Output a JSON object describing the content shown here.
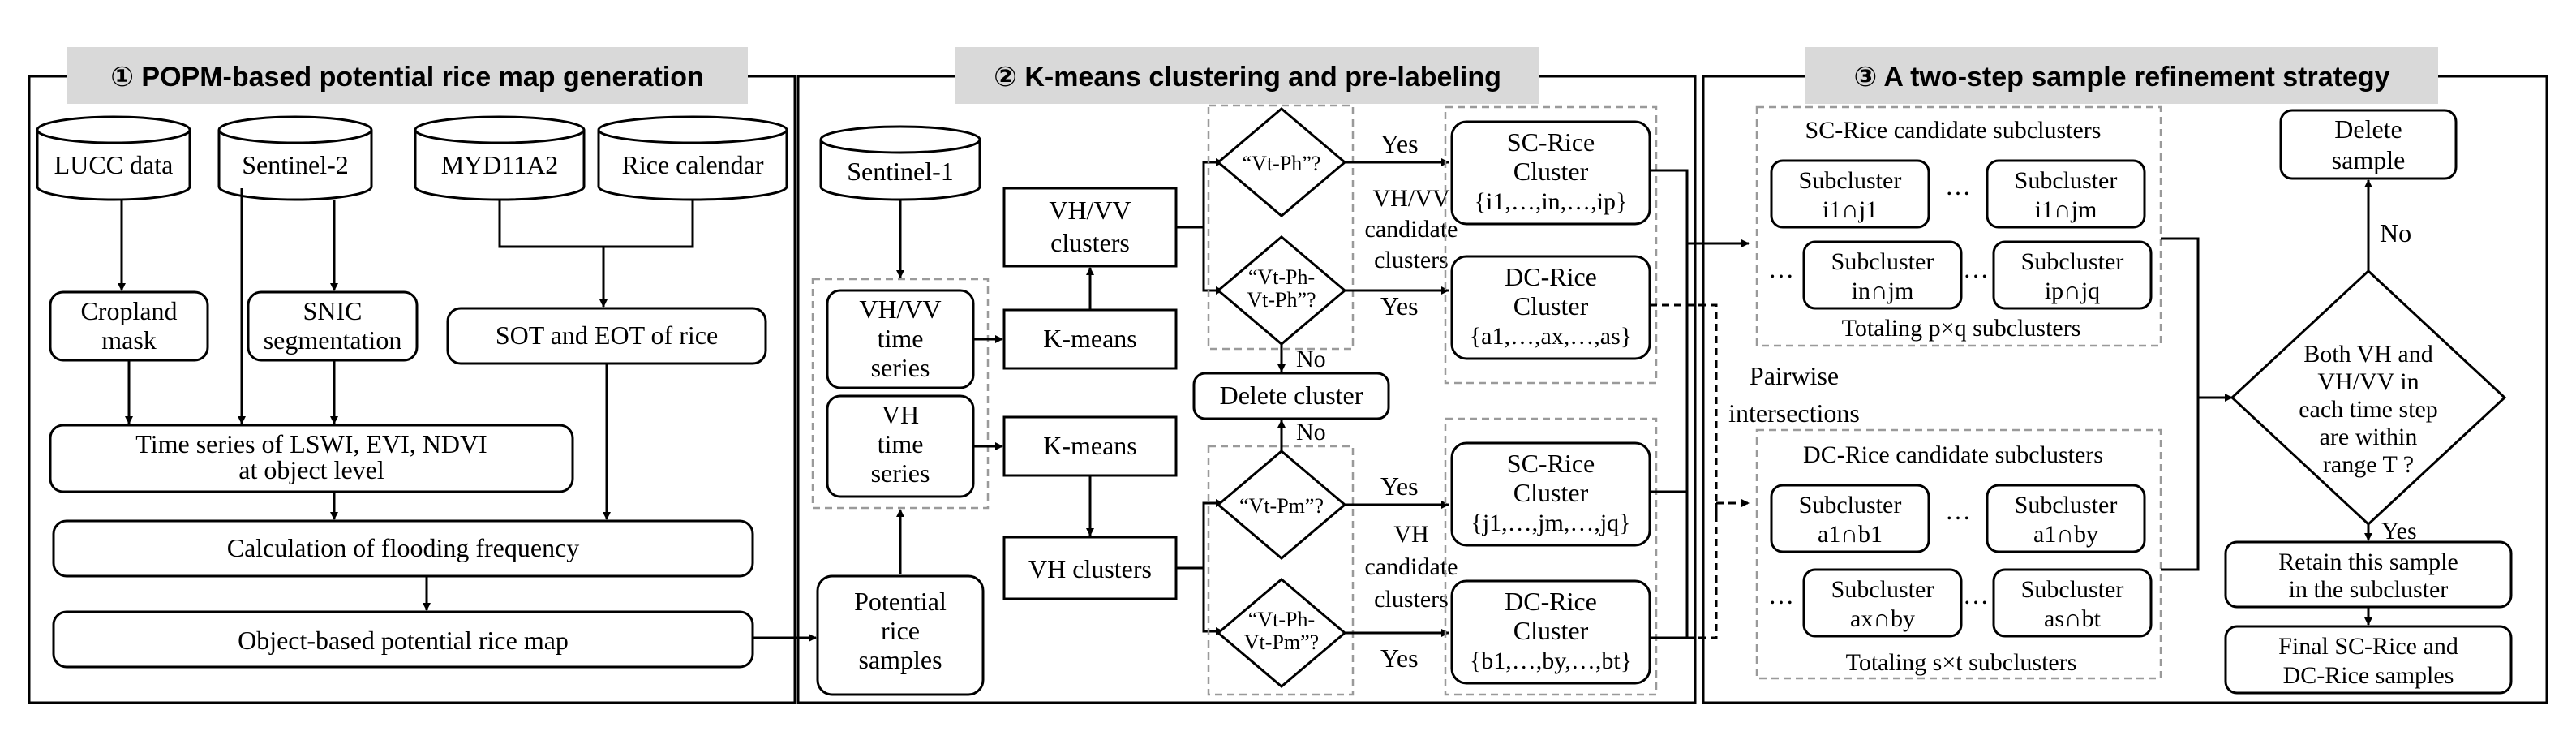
{
  "panels": {
    "p1": {
      "title": "① POPM-based potential rice map generation"
    },
    "p2": {
      "title": "② K-means clustering and pre-labeling"
    },
    "p3": {
      "title": "③ A two-step sample refinement strategy"
    }
  },
  "p1": {
    "lucc": "LUCC data",
    "s2": "Sentinel-2",
    "myd": "MYD11A2",
    "cal": "Rice calendar",
    "crop1": "Cropland",
    "crop2": "mask",
    "snic1": "SNIC",
    "snic2": "segmentation",
    "sot": "SOT and EOT of rice",
    "ts1": "Time series of LSWI, EVI, NDVI",
    "ts2": "at object level",
    "flood": "Calculation of flooding frequency",
    "map": "Object-based potential rice map"
  },
  "p2": {
    "s1": "Sentinel-1",
    "vhvv_ts1": "VH/VV",
    "vhvv_ts2": "time",
    "vhvv_ts3": "series",
    "vh_ts1": "VH",
    "vh_ts2": "time",
    "vh_ts3": "series",
    "pot1": "Potential",
    "pot2": "rice",
    "pot3": "samples",
    "km1": "K-means",
    "km2": "K-means",
    "vhvv_cl1": "VH/VV",
    "vhvv_cl2": "clusters",
    "vh_cl": "VH clusters",
    "d1": "“Vt-Ph”?",
    "d2a": "“Vt-Ph-",
    "d2b": "Vt-Ph”?",
    "d3": "“Vt-Pm”?",
    "d4a": "“Vt-Ph-",
    "d4b": "Vt-Pm”?",
    "delete_cluster": "Delete cluster",
    "yes1": "Yes",
    "yes2": "Yes",
    "yes3": "Yes",
    "yes4": "Yes",
    "no_up": "No",
    "no_down": "No",
    "vhvv_cand1": "VH/VV",
    "vhvv_cand2": "candidate",
    "vhvv_cand3": "clusters",
    "vh_cand1": "VH",
    "vh_cand2": "candidate",
    "vh_cand3": "clusters",
    "sc1_l1": "SC-Rice",
    "sc1_l2": "Cluster",
    "sc1_l3": "{i1,…,in,…,ip}",
    "dc1_l1": "DC-Rice",
    "dc1_l2": "Cluster",
    "dc1_l3": "{a1,…,ax,…,as}",
    "sc2_l1": "SC-Rice",
    "sc2_l2": "Cluster",
    "sc2_l3": "{j1,…,jm,…,jq}",
    "dc2_l1": "DC-Rice",
    "dc2_l2": "Cluster",
    "dc2_l3": "{b1,…,by,…,bt}"
  },
  "p3": {
    "pairwise1": "Pairwise",
    "pairwise2": "intersections",
    "sc_title": "SC-Rice candidate subclusters",
    "dc_title": "DC-Rice candidate subclusters",
    "sub": "Subcluster",
    "sc_b1": "i1∩j1",
    "sc_b2": "i1∩jm",
    "sc_b3": "in∩jm",
    "sc_b4": "ip∩jq",
    "dc_b1": "a1∩b1",
    "dc_b2": "a1∩by",
    "dc_b3": "ax∩by",
    "dc_b4": "as∩bt",
    "ellipsis": "…",
    "sc_total": "Totaling p×q subclusters",
    "dc_total": "Totaling s×t subclusters",
    "delete1": "Delete",
    "delete2": "sample",
    "q1": "Both VH and",
    "q2": "VH/VV in",
    "q3": "each time step",
    "q4": "are within",
    "q5": "range T ?",
    "no": "No",
    "yes": "Yes",
    "retain1": "Retain this sample",
    "retain2": "in the subcluster",
    "final1": "Final SC-Rice and",
    "final2": "DC-Rice samples"
  }
}
